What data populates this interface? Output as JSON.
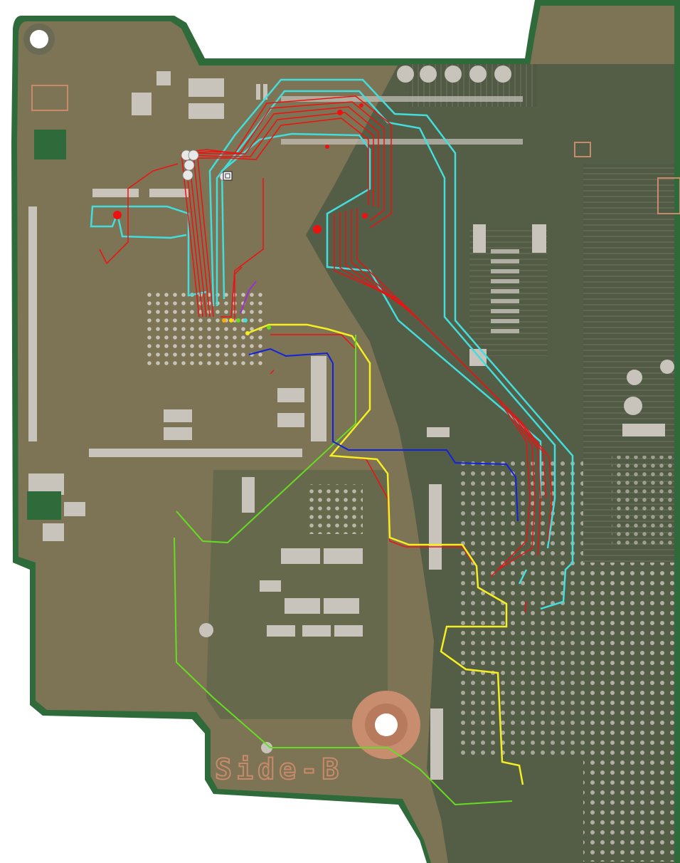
{
  "board": {
    "silkscreen_label": "Side-B",
    "colors": {
      "substrate": "#7c7455",
      "copper_pour": "#4d5a45",
      "solder_mask_edge": "#2f6a3a",
      "pads": "#c8c4bc",
      "silkscreen": "#c98a6a"
    }
  },
  "trace_overlays": [
    {
      "name": "red-traces",
      "color": "#ee1111"
    },
    {
      "name": "cyan-traces",
      "color": "#44dddd"
    },
    {
      "name": "yellow-trace",
      "color": "#f4ee22"
    },
    {
      "name": "green-trace",
      "color": "#66dd22"
    },
    {
      "name": "blue-trace",
      "color": "#1122dd"
    },
    {
      "name": "purple-trace",
      "color": "#9933cc"
    }
  ]
}
